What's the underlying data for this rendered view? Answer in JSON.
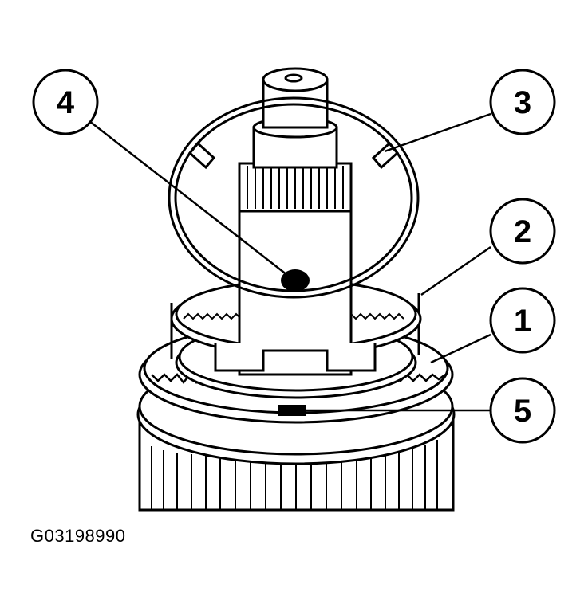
{
  "figure": {
    "code": "G03198990",
    "callouts": [
      {
        "id": "1",
        "label": "1"
      },
      {
        "id": "2",
        "label": "2"
      },
      {
        "id": "3",
        "label": "3"
      },
      {
        "id": "4",
        "label": "4"
      },
      {
        "id": "5",
        "label": "5"
      }
    ]
  }
}
